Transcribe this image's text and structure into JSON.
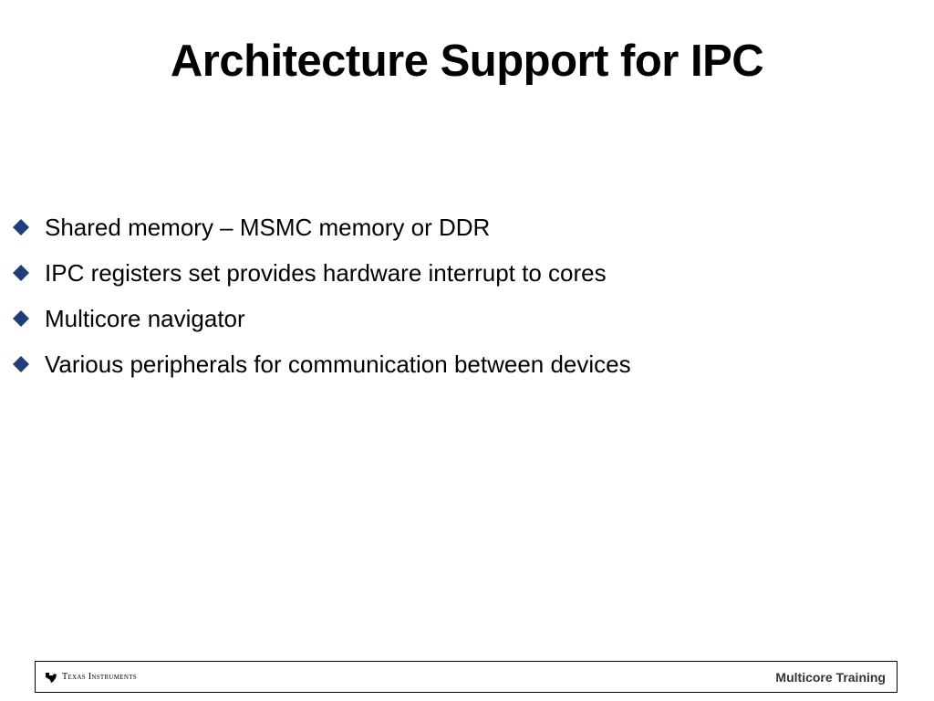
{
  "slide": {
    "title": "Architecture Support for IPC",
    "bullets": [
      {
        "text": "Shared memory – MSMC memory or DDR",
        "icon": "diamond-bullet-icon"
      },
      {
        "text": "IPC registers set provides hardware interrupt to cores",
        "icon": "diamond-bullet-icon"
      },
      {
        "text": "Multicore navigator",
        "icon": "diamond-bullet-icon"
      },
      {
        "text": "Various peripherals for communication between devices",
        "icon": "diamond-bullet-icon"
      }
    ]
  },
  "footer": {
    "logo_text": "Texas Instruments",
    "brand": "Multicore Training"
  },
  "colors": {
    "bullet": "#1f3d7a",
    "title": "#000000",
    "text": "#000000",
    "footer_border": "#000000"
  }
}
